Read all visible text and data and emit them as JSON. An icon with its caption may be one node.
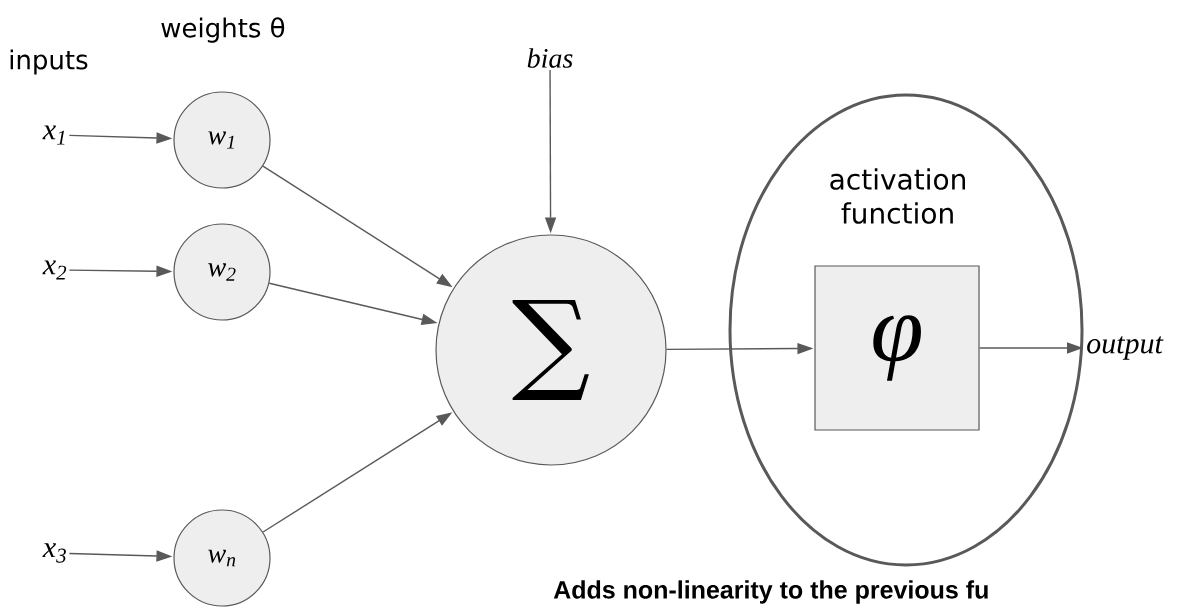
{
  "diagram": {
    "nodes": [
      {
        "text": [
          "x$_{1}$"
        ]
      },
      {
        "text": [
          "x$_{2}$"
        ]
      },
      {
        "text": [
          "x$_{3}$"
        ]
      },
      {
        "text": [
          "w$_{1}$"
        ]
      },
      {
        "text": [
          "w$_{2}$"
        ]
      },
      {
        "text": [
          "w$_{n}$"
        ]
      },
      {
        "text": [
          "bias"
        ]
      },
      {
        "text": [
          "∑"
        ]
      },
      {
        "text": [
          "activation function"
        ]
      },
      {
        "text": [
          "φ"
        ],
        "in": 8
      },
      {
        "text": [
          "output"
        ]
      }
    ],
    "edges": [
      {
        "from": 0,
        "to": 3,
        "arrow": "to"
      },
      {
        "from": 1,
        "to": 4,
        "arrow": "to"
      },
      {
        "from": 2,
        "to": 5,
        "arrow": "to"
      },
      {
        "from": 3,
        "to": 7,
        "arrow": "to"
      },
      {
        "from": 4,
        "to": 7,
        "arrow": "to"
      },
      {
        "from": 5,
        "to": 7,
        "arrow": "to"
      },
      {
        "from": 6,
        "to": 7,
        "arrow": "to"
      },
      {
        "from": 7,
        "to": 9,
        "arrow": "to"
      },
      {
        "from": 9,
        "to": 10,
        "arrow": "to"
      }
    ],
    "labels": [
      "inputs",
      "weights θ",
      "Adds non-linearity to the previous fu"
    ]
  }
}
